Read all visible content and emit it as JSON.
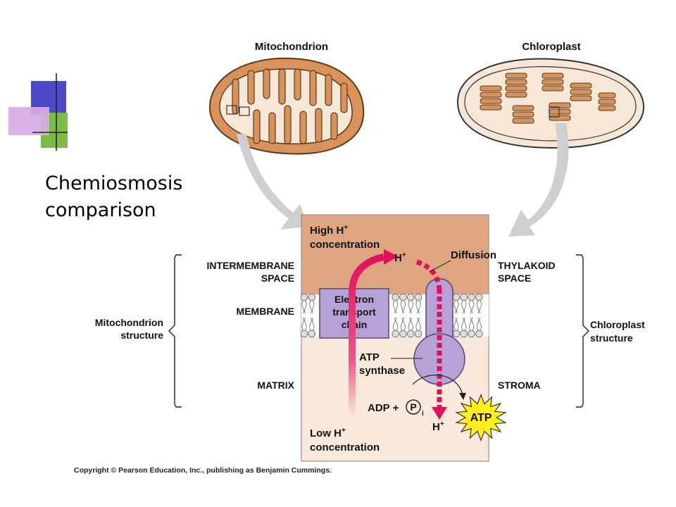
{
  "slide": {
    "title_line1": "Chemiosmosis",
    "title_line2": "comparison"
  },
  "diagram": {
    "organelle_left": "Mitochondrion",
    "organelle_right": "Chloroplast",
    "left_side": {
      "intermembrane_line1": "INTERMEMBRANE",
      "intermembrane_line2": "SPACE",
      "membrane": "MEMBRANE",
      "matrix": "MATRIX",
      "group_line1": "Mitochondrion",
      "group_line2": "structure"
    },
    "right_side": {
      "thylakoid_line1": "THYLAKOID",
      "thylakoid_line2": "SPACE",
      "stroma": "STROMA",
      "group_line1": "Chloroplast",
      "group_line2": "structure"
    },
    "center": {
      "high_line1": "High H",
      "high_line2": "concentration",
      "low_line1": "Low H",
      "low_line2": "concentration",
      "superscript_plus": "+",
      "hplus_top": "H",
      "hplus_bottom": "H",
      "diffusion": "Diffusion",
      "etc_line1": "Electron",
      "etc_line2": "transport",
      "etc_line3": "chain",
      "atp_synthase_line1": "ATP",
      "atp_synthase_line2": "synthase",
      "adp": "ADP +",
      "pi_letter": "P",
      "pi_sub": "i",
      "atp": "ATP"
    },
    "copyright": "Copyright © Pearson Education, Inc., publishing as Benjamin Cummings."
  }
}
